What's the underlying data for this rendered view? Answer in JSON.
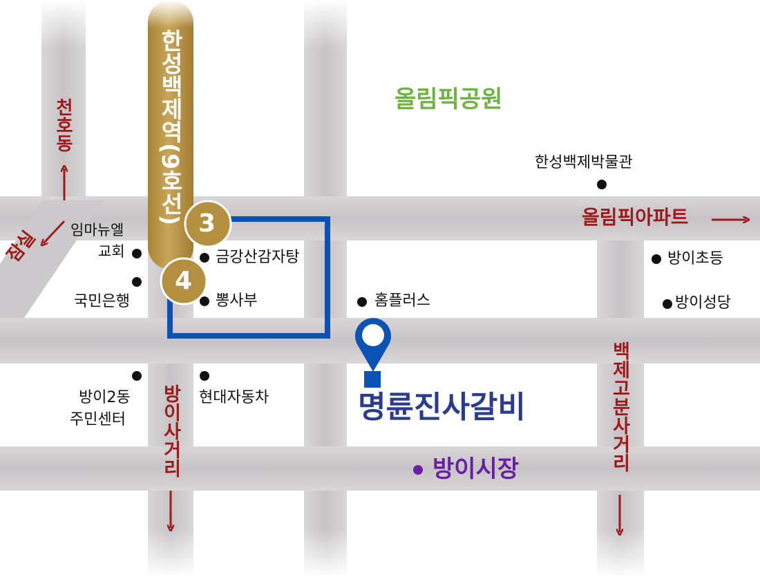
{
  "park": {
    "name": "올림픽공원",
    "color": "#6cb33f"
  },
  "station": {
    "name": "한성백제역(9호선)",
    "exit3": "3",
    "exit4": "4",
    "color": "#b38f3f"
  },
  "directions": {
    "cheonho": "천호동",
    "jamsil": "잠실",
    "olympic_apt": "올림픽아파트",
    "bangi_sageori": "방이사거리",
    "baekje_gobun_sageori": "백제고분사거리",
    "color": "#9e1a1a"
  },
  "places": {
    "museum": "한성백제박물관",
    "church_line1": "임마뉴엘",
    "church_line2": "교회",
    "bank": "국민은행",
    "geumgang": "금강산감자탕",
    "ppong": "뽕사부",
    "homeplus": "홈플러스",
    "school": "방이초등",
    "cathedral": "방이성당",
    "center_line1": "방이2동",
    "center_line2": "주민센터",
    "hyundai": "현대자동차"
  },
  "destination": {
    "name": "명륜진사갈비",
    "color": "#2a3c8f",
    "route_color": "#0b52b5"
  },
  "market": {
    "name": "방이시장",
    "color": "#6a1fa0"
  }
}
